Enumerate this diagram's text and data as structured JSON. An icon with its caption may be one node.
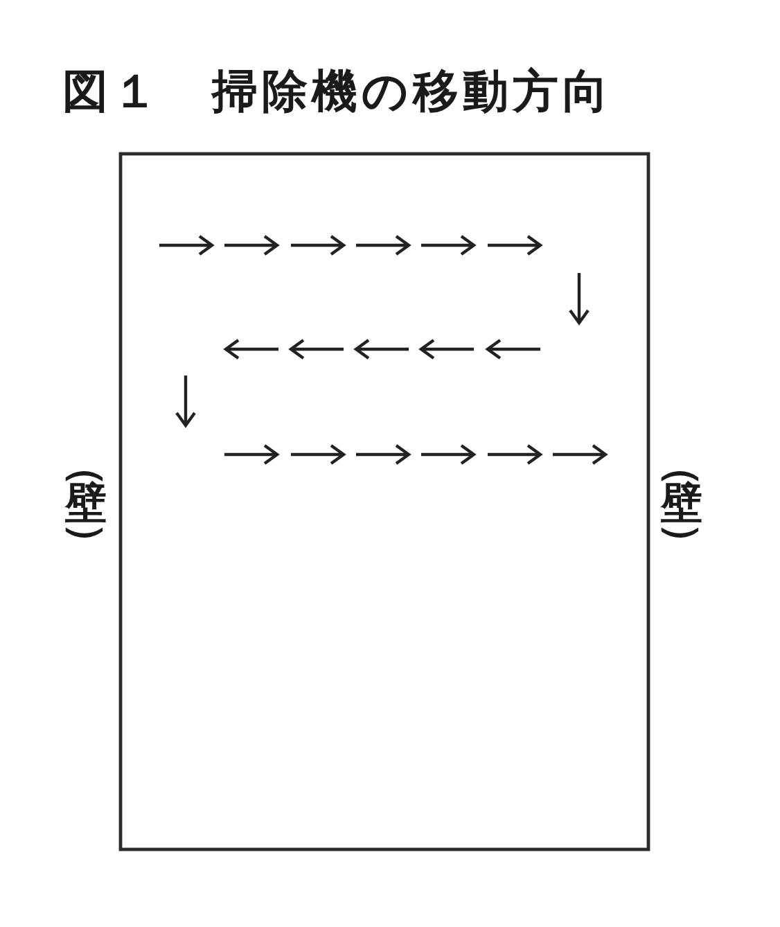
{
  "diagram": {
    "title": "図１　掃除機の移動方向",
    "labels": [
      "（壁）",
      "（壁）"
    ]
  }
}
